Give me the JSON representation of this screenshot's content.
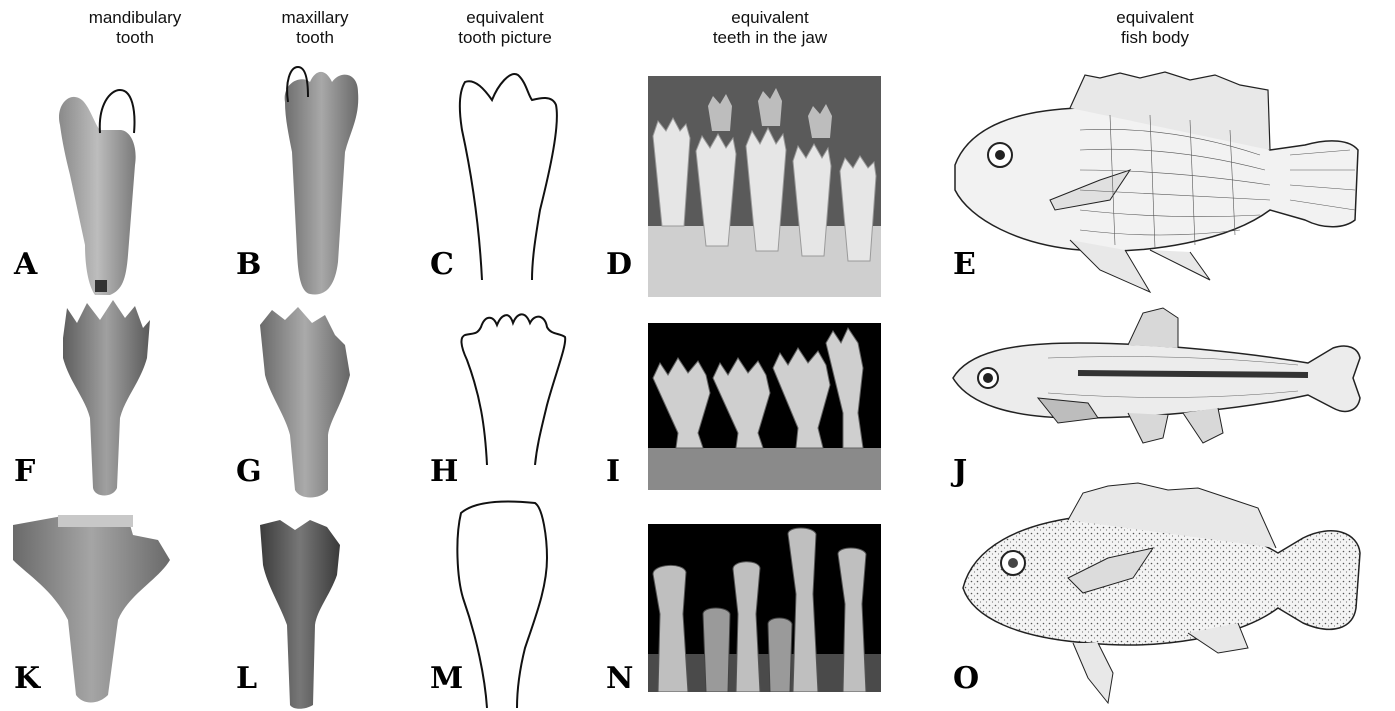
{
  "figure": {
    "columns": [
      {
        "line1": "mandibulary",
        "line2": "tooth"
      },
      {
        "line1": "maxillary",
        "line2": "tooth"
      },
      {
        "line1": "equivalent",
        "line2": "tooth picture"
      },
      {
        "line1": "equivalent",
        "line2": "teeth in the jaw"
      },
      {
        "line1": "equivalent",
        "line2": "fish body"
      }
    ],
    "panels": [
      "A",
      "B",
      "C",
      "D",
      "E",
      "F",
      "G",
      "H",
      "I",
      "J",
      "K",
      "L",
      "M",
      "N",
      "O"
    ]
  }
}
